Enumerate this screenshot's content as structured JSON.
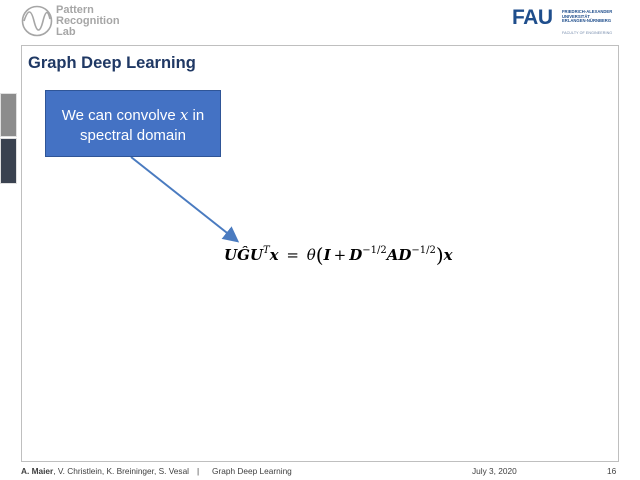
{
  "header": {
    "lab_name_line1": "Pattern",
    "lab_name_line2": "Recognition",
    "lab_name_line3": "Lab",
    "fau_logo": "FAU",
    "fau_sub_line1": "FRIEDRICH-ALEXANDER",
    "fau_sub_line2": "UNIVERSITÄT",
    "fau_sub_line3": "ERLANGEN-NÜRNBERG",
    "fau_faculty": "FACULTY OF ENGINEERING"
  },
  "slide": {
    "title": "Graph Deep Learning",
    "callout_text_before": "We can convolve ",
    "callout_var": "x",
    "callout_text_after": " in",
    "callout_line2": "spectral domain",
    "equation": {
      "lhs_U": "U",
      "lhs_G": "Ĝ",
      "lhs_U2": "U",
      "lhs_T": "T",
      "lhs_x": "x",
      "eq": "=",
      "theta": "θ",
      "lparen": "(",
      "I": "I",
      "plus": "+",
      "D1": "D",
      "exp1": "−1/2",
      "A": "A",
      "D2": "D",
      "exp2": "−1/2",
      "rparen": ")",
      "x": "x"
    },
    "colors": {
      "title": "#1f3864",
      "callout_fill": "#4472c4",
      "arrow": "#4a7bc0",
      "fau_blue": "#1f4e8c"
    }
  },
  "footer": {
    "author_main": "A. Maier",
    "authors_rest": ", V. Christlein, K. Breininger, S. Vesal",
    "separator": "|",
    "course": "Graph Deep Learning",
    "date": "July 3, 2020",
    "page": "16"
  }
}
